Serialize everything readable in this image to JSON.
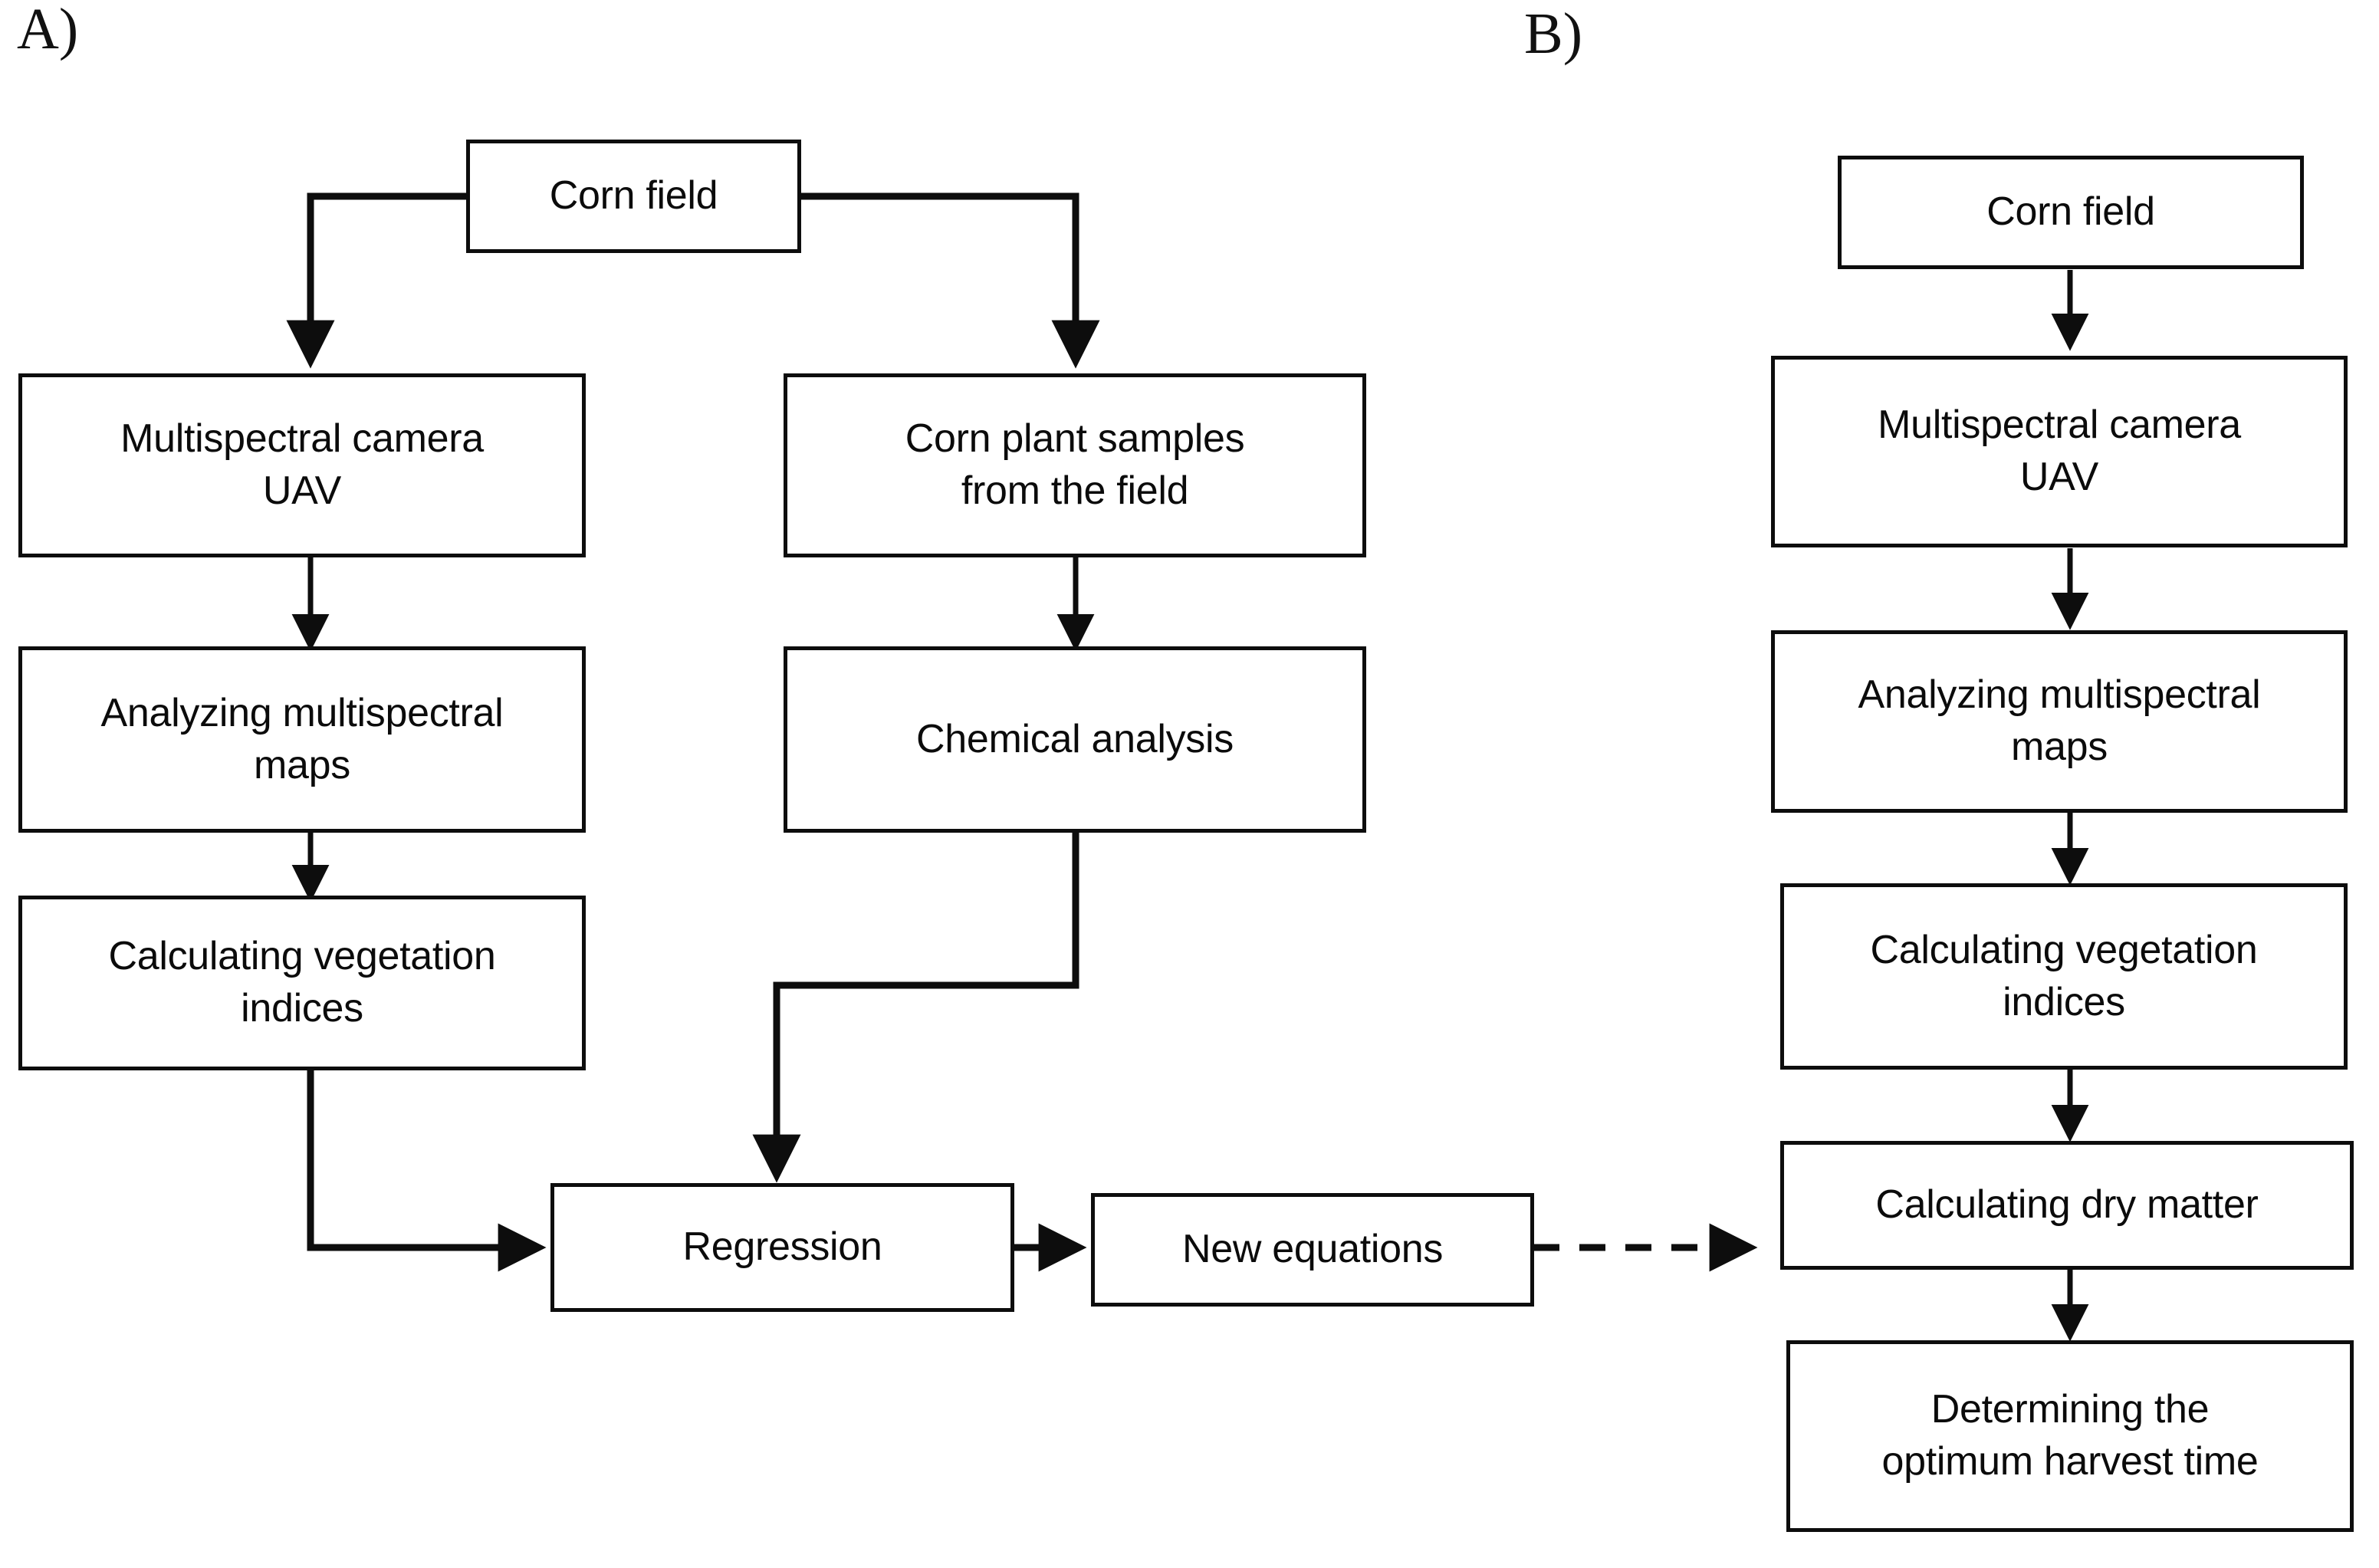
{
  "figure": {
    "type": "flowchart",
    "panels": [
      {
        "id": "A",
        "label": "A)",
        "nodes": [
          {
            "id": "a-corn-field",
            "label": "Corn field"
          },
          {
            "id": "a-ms-camera-uav",
            "label": "Multispectral camera\nUAV"
          },
          {
            "id": "a-corn-plant-samples",
            "label": "Corn plant samples\nfrom the field"
          },
          {
            "id": "a-analyzing-maps",
            "label": "Analyzing multispectral\nmaps"
          },
          {
            "id": "a-chemical-analysis",
            "label": "Chemical analysis"
          },
          {
            "id": "a-vegetation-indices",
            "label": "Calculating vegetation\nindices"
          },
          {
            "id": "a-regression",
            "label": "Regression"
          },
          {
            "id": "a-new-equations",
            "label": "New equations"
          }
        ],
        "edges": [
          {
            "from": "a-corn-field",
            "to": "a-ms-camera-uav",
            "style": "solid"
          },
          {
            "from": "a-corn-field",
            "to": "a-corn-plant-samples",
            "style": "solid"
          },
          {
            "from": "a-ms-camera-uav",
            "to": "a-analyzing-maps",
            "style": "solid"
          },
          {
            "from": "a-corn-plant-samples",
            "to": "a-chemical-analysis",
            "style": "solid"
          },
          {
            "from": "a-analyzing-maps",
            "to": "a-vegetation-indices",
            "style": "solid"
          },
          {
            "from": "a-vegetation-indices",
            "to": "a-regression",
            "style": "solid"
          },
          {
            "from": "a-chemical-analysis",
            "to": "a-regression",
            "style": "solid"
          },
          {
            "from": "a-regression",
            "to": "a-new-equations",
            "style": "solid"
          }
        ]
      },
      {
        "id": "B",
        "label": "B)",
        "nodes": [
          {
            "id": "b-corn-field",
            "label": "Corn field"
          },
          {
            "id": "b-ms-camera-uav",
            "label": "Multispectral camera\nUAV"
          },
          {
            "id": "b-analyzing-maps",
            "label": "Analyzing multispectral\nmaps"
          },
          {
            "id": "b-vegetation-indices",
            "label": "Calculating vegetation\nindices"
          },
          {
            "id": "b-dry-matter",
            "label": "Calculating dry matter"
          },
          {
            "id": "b-harvest-time",
            "label": "Determining the\noptimum harvest time"
          }
        ],
        "edges": [
          {
            "from": "b-corn-field",
            "to": "b-ms-camera-uav",
            "style": "solid"
          },
          {
            "from": "b-ms-camera-uav",
            "to": "b-analyzing-maps",
            "style": "solid"
          },
          {
            "from": "b-analyzing-maps",
            "to": "b-vegetation-indices",
            "style": "solid"
          },
          {
            "from": "b-vegetation-indices",
            "to": "b-dry-matter",
            "style": "solid"
          },
          {
            "from": "b-dry-matter",
            "to": "b-harvest-time",
            "style": "solid"
          }
        ]
      }
    ],
    "cross_panel_edges": [
      {
        "from": "a-new-equations",
        "to": "b-dry-matter",
        "style": "dashed"
      }
    ],
    "colors": {
      "stroke": "#0d0d0d",
      "text": "#0b0b0b",
      "background": "#ffffff"
    }
  }
}
